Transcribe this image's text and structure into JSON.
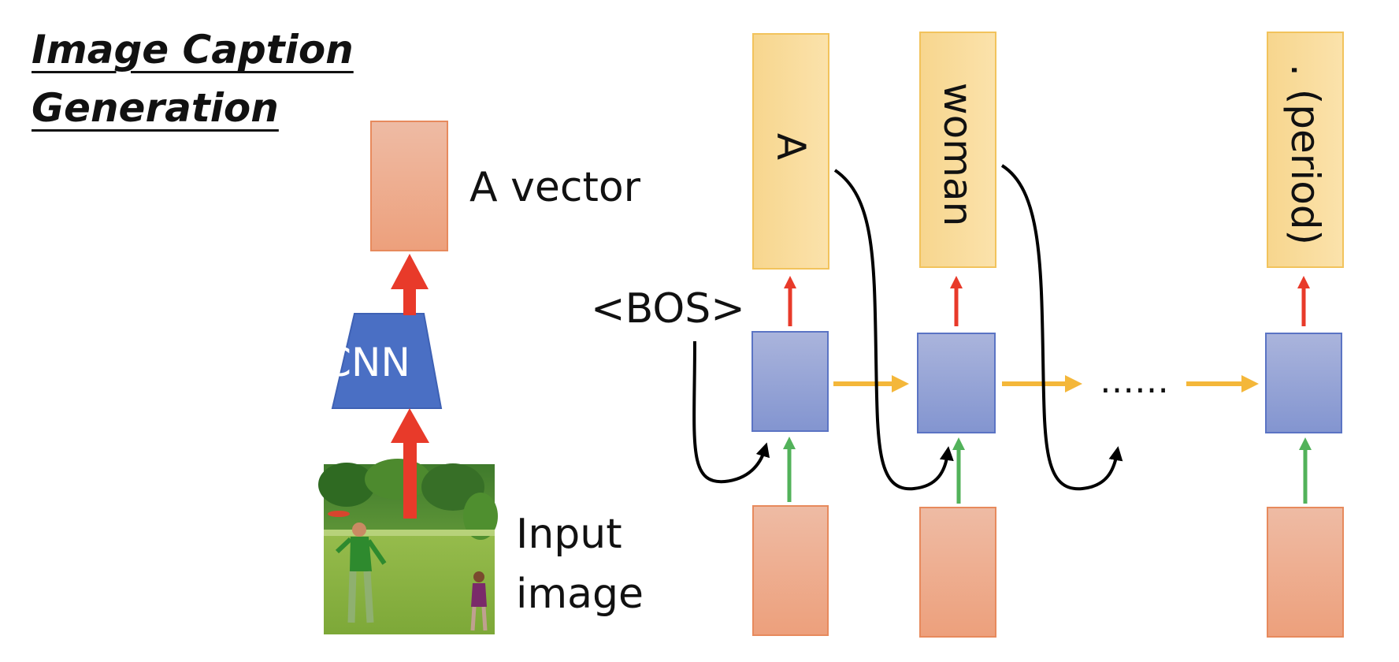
{
  "title": {
    "line1": "Image Caption",
    "line2": "Generation"
  },
  "labels": {
    "vector": "A vector",
    "cnn": "CNN",
    "input": "Input",
    "input2": "image",
    "bos": "<BOS>",
    "dots": "……"
  },
  "outputs": [
    "A",
    "woman",
    ". (period)"
  ],
  "colors": {
    "vector_box": "#eda988",
    "output_box": "#f8d898",
    "rnn_box": "#95a4d6",
    "cnn": "#4a6fc4",
    "arrow_red": "#e83a2a",
    "arrow_yellow": "#f4b73a",
    "arrow_green": "#52b25a",
    "arrow_black": "#000000"
  }
}
